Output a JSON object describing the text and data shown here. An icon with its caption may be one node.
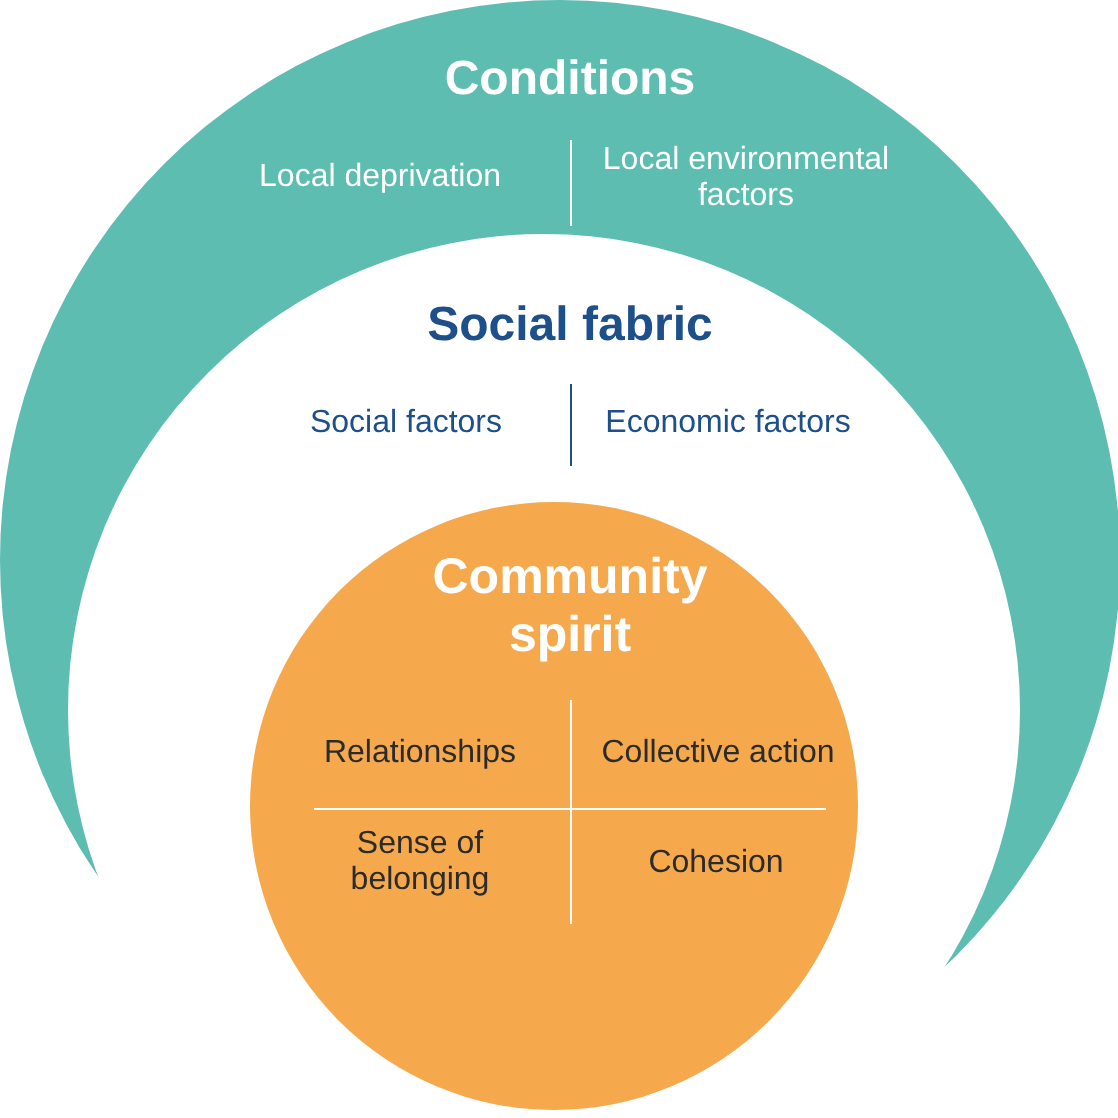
{
  "diagram": {
    "nodes": [
      {
        "text": [
          "Conditions",
          "Local deprivation",
          "Local environmental factors"
        ]
      },
      {
        "text": [
          "Social fabric",
          "Social factors",
          "Economic factors"
        ],
        "in": 0
      },
      {
        "text": [
          "Community spirit",
          "Relationships",
          "Collective action",
          "Sense of belonging",
          "Cohesion"
        ],
        "in": 1
      }
    ]
  }
}
